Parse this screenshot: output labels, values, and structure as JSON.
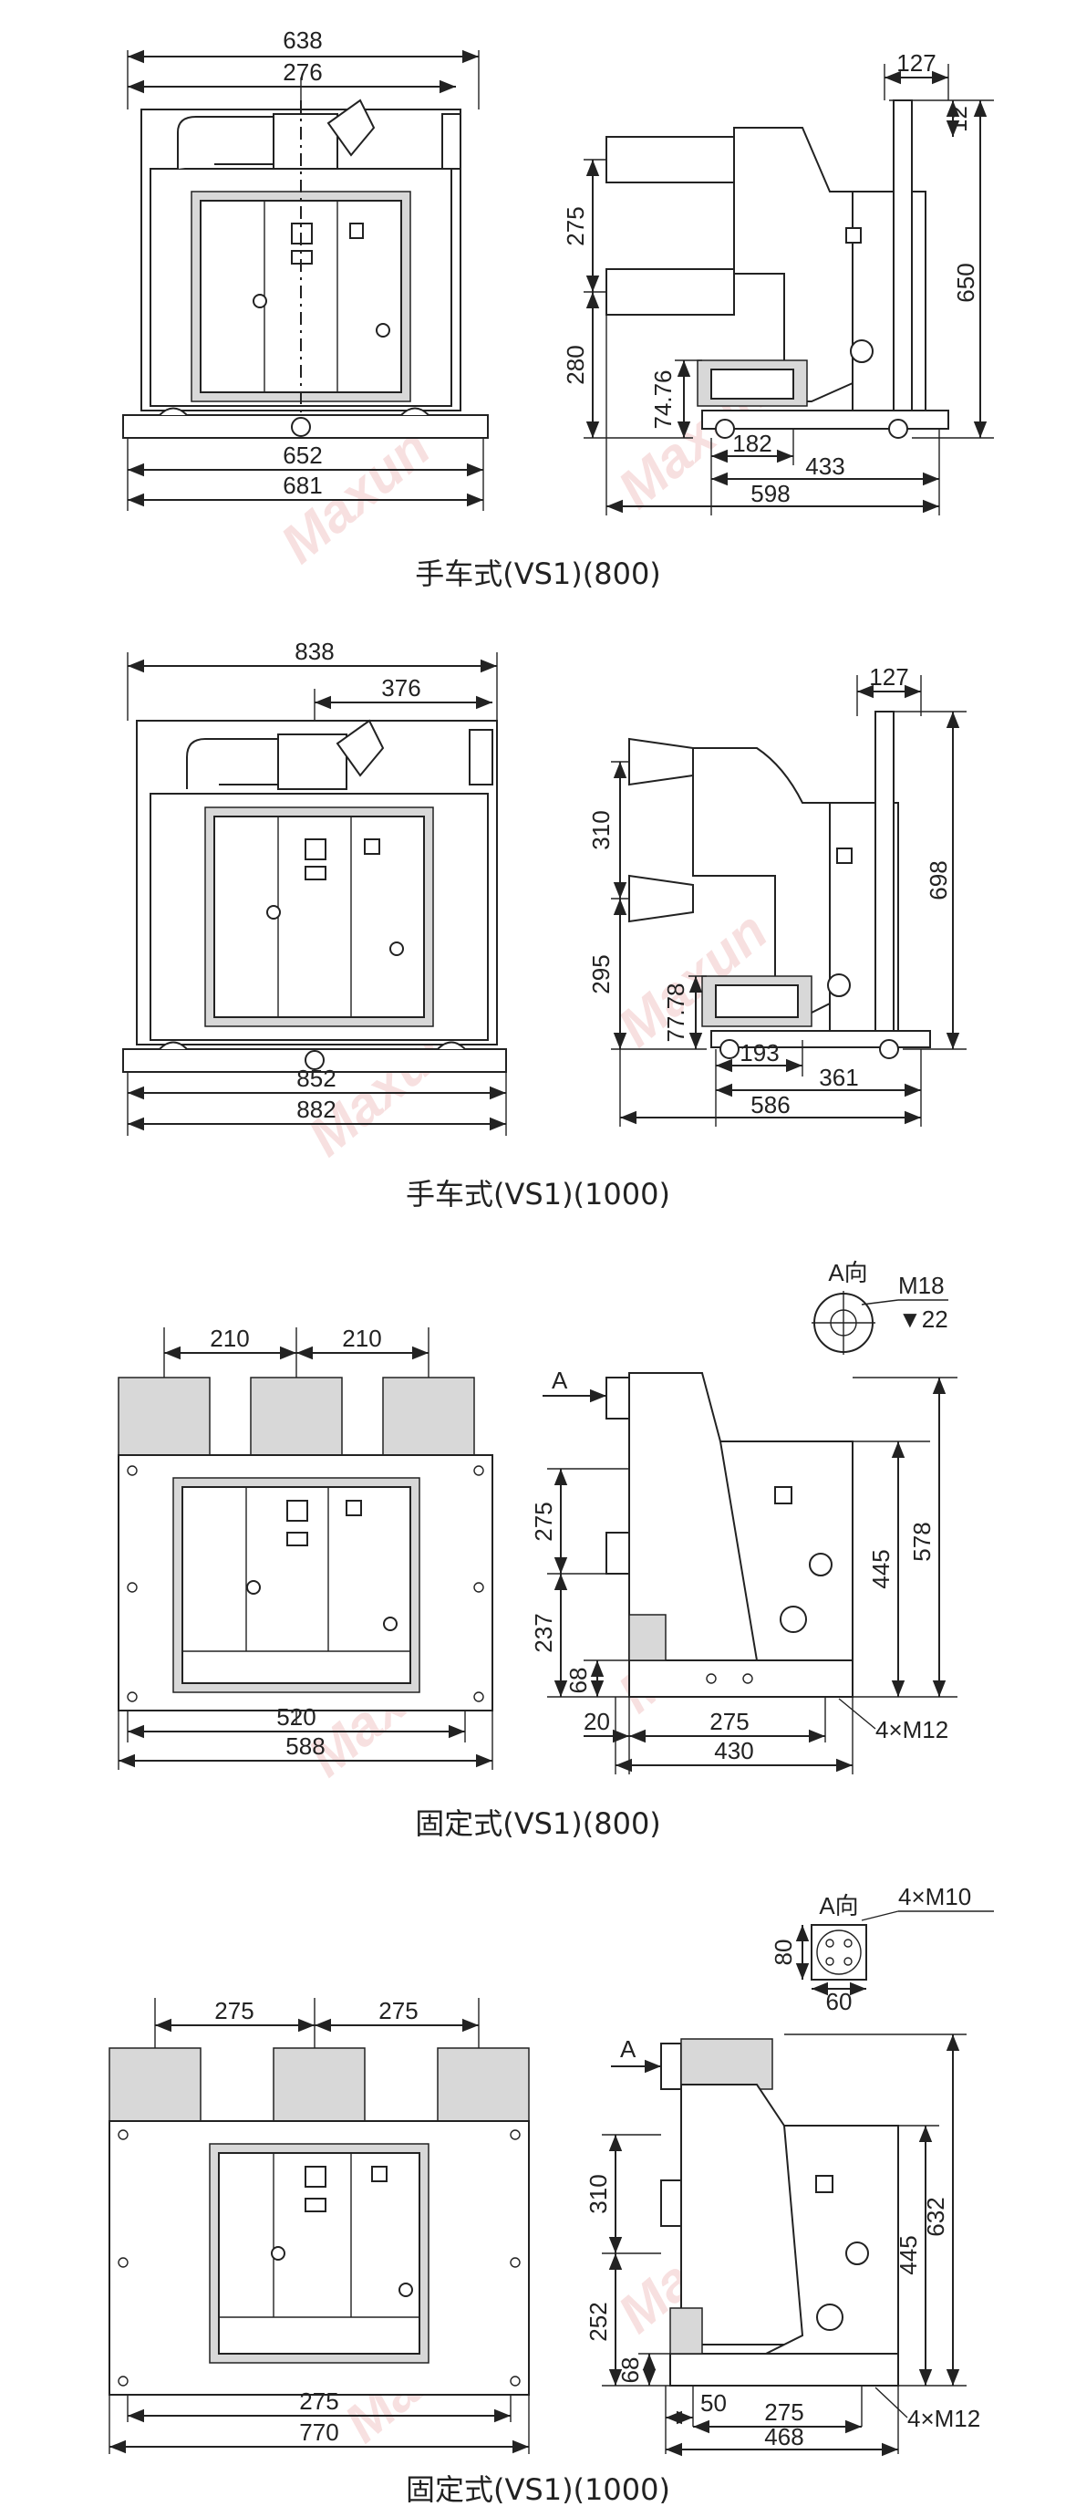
{
  "watermark": "Maxun",
  "sections": [
    {
      "caption": "手车式(VS1)(800)",
      "front": {
        "top_overall": "638",
        "top_half": "276",
        "bottom_inner": "652",
        "bottom_overall": "681"
      },
      "side": {
        "top": "127",
        "top_small": "12",
        "height": "650",
        "upper": "275",
        "lower": "280",
        "foot": "74.76",
        "b1": "182",
        "b2": "433",
        "b3": "598"
      }
    },
    {
      "caption": "手车式(VS1)(1000)",
      "front": {
        "top_overall": "838",
        "top_half": "376",
        "bottom_inner": "852",
        "bottom_overall": "882"
      },
      "side": {
        "top": "127",
        "height": "698",
        "upper": "310",
        "lower": "295",
        "foot": "77.78",
        "b1": "193",
        "b2": "361",
        "b3": "586"
      }
    },
    {
      "caption": "固定式(VS1)(800)",
      "front": {
        "pitch1": "210",
        "pitch2": "210",
        "bottom_inner": "520",
        "bottom_overall": "588"
      },
      "side": {
        "arrow": "A",
        "upper": "275",
        "lower": "237",
        "foot": "68",
        "h1": "445",
        "h2": "578",
        "b0": "20",
        "b1": "275",
        "b2": "430",
        "bolt": "4×M12"
      },
      "detail": {
        "title": "A向",
        "thread": "M18",
        "depth": "▼22"
      }
    },
    {
      "caption": "固定式(VS1)(1000)",
      "front": {
        "pitch1": "275",
        "pitch2": "275",
        "bottom_inner": "275",
        "bottom_overall": "770"
      },
      "side": {
        "arrow": "A",
        "upper": "310",
        "lower": "252",
        "foot": "68",
        "h1": "445",
        "h2": "632",
        "b0": "50",
        "b1": "275",
        "b2": "468",
        "bolt": "4×M12"
      },
      "detail": {
        "title": "A向",
        "thread": "4×M10",
        "h": "80",
        "w": "60"
      }
    }
  ]
}
